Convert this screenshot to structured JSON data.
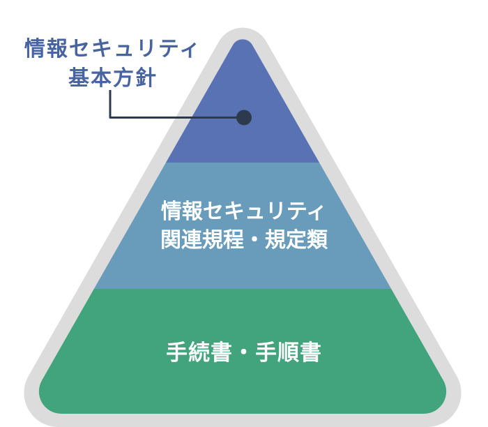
{
  "diagram_type": "pyramid",
  "colors": {
    "outline": "#dcdcdc",
    "callout": "#2d3a4e",
    "policy_label_text": "#4864a0",
    "layer_label_text": "#ffffff"
  },
  "layers": [
    {
      "name": "information-security-basic-policy",
      "line1": "情報セキュリティ",
      "line2": "基本方針",
      "full_label": "情報セキュリティ基本方針",
      "color": "#5872b4"
    },
    {
      "name": "information-security-related-regulations",
      "line1": "情報セキュリティ",
      "line2": "関連規程・規定類",
      "full_label": "情報セキュリティ関連規程・規定類",
      "color": "#699cba"
    },
    {
      "name": "procedure-documents",
      "line1": "手続書・手順書",
      "full_label": "手続書・手順書",
      "color": "#41a47c"
    }
  ]
}
